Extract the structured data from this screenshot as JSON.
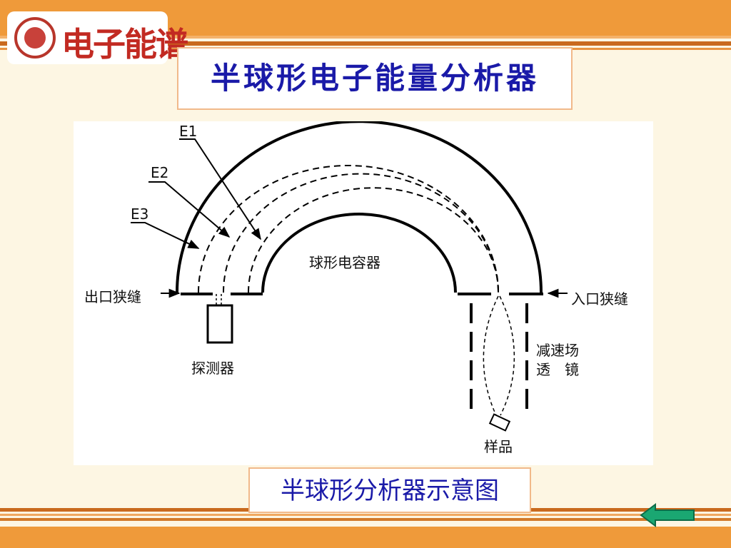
{
  "header": {
    "logo_text": "电子能谱"
  },
  "slide": {
    "title": "半球形电子能量分析器"
  },
  "diagram": {
    "labels": {
      "e1": "E1",
      "e2": "E2",
      "e3": "E3",
      "capacitor": "球形电容器",
      "exit_slit": "出口狭缝",
      "entrance_slit": "入口狭缝",
      "detector": "探测器",
      "lens_line1": "减速场",
      "lens_line2": "透　镜",
      "sample": "样品"
    }
  },
  "caption": {
    "text": "半球形分析器示意图"
  },
  "nav": {
    "back_icon": "left-arrow-icon",
    "back_color": "#1aa772"
  },
  "colors": {
    "title": "#1a1aa8",
    "band": "#ef9a3a",
    "brand": "#c22a22"
  }
}
